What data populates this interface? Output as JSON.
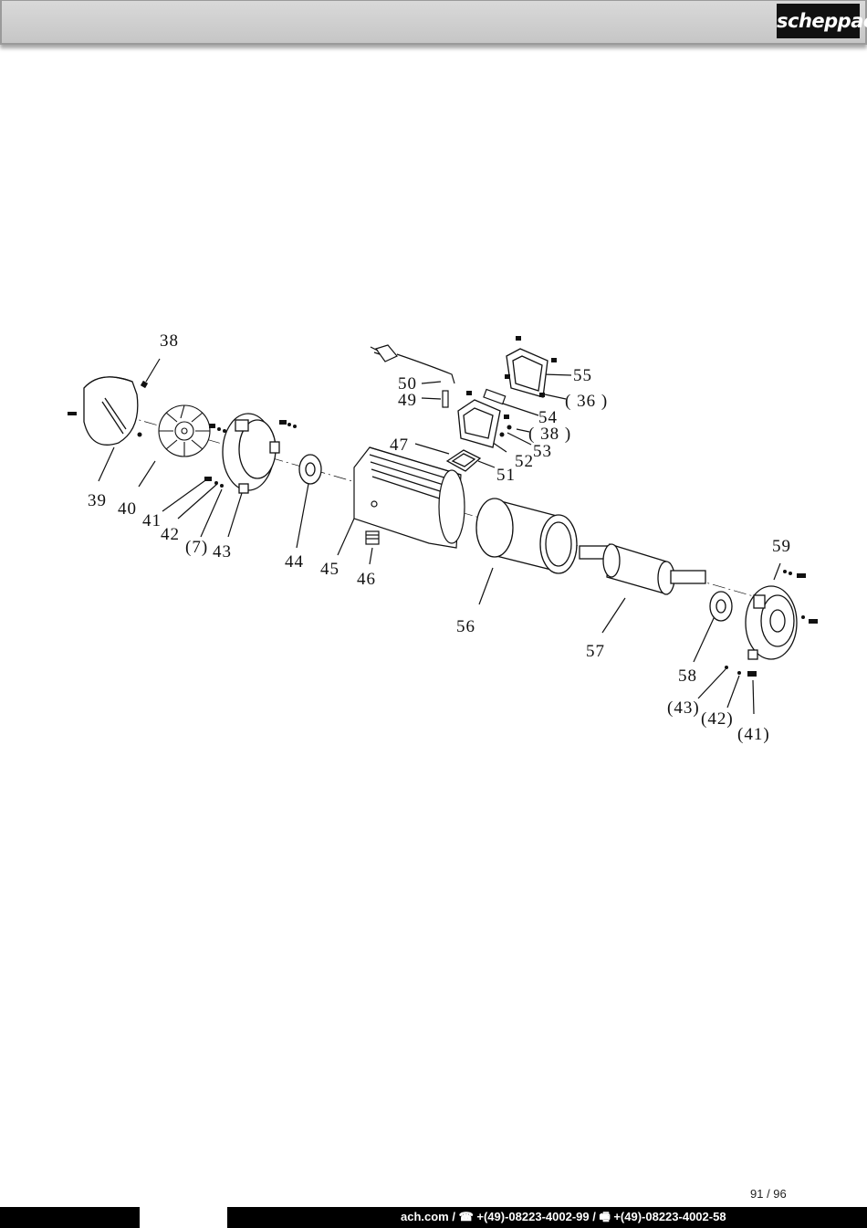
{
  "header": {
    "brand": "scheppach"
  },
  "diagram": {
    "labels": {
      "p38": "38",
      "p39": "39",
      "p40": "40",
      "p41": "41",
      "p42": "42",
      "p7": "(7)",
      "p43": "43",
      "p44": "44",
      "p45": "45",
      "p46": "46",
      "p47": "47",
      "p49": "49",
      "p50": "50",
      "p51": "51",
      "p52": "52",
      "p53": "53",
      "p38b": "( 38 )",
      "p54": "54",
      "p55": "55",
      "p36": "( 36 )",
      "p56": "56",
      "p57": "57",
      "p58": "58",
      "p59": "59",
      "p43b": "(43)",
      "p42b": "(42)",
      "p41b": "(41)"
    }
  },
  "footer": {
    "page_number": "91 / 96",
    "contact": "ach.com / ☎ +(49)-08223-4002-99 / 🖷 +(49)-08223-4002-58"
  }
}
